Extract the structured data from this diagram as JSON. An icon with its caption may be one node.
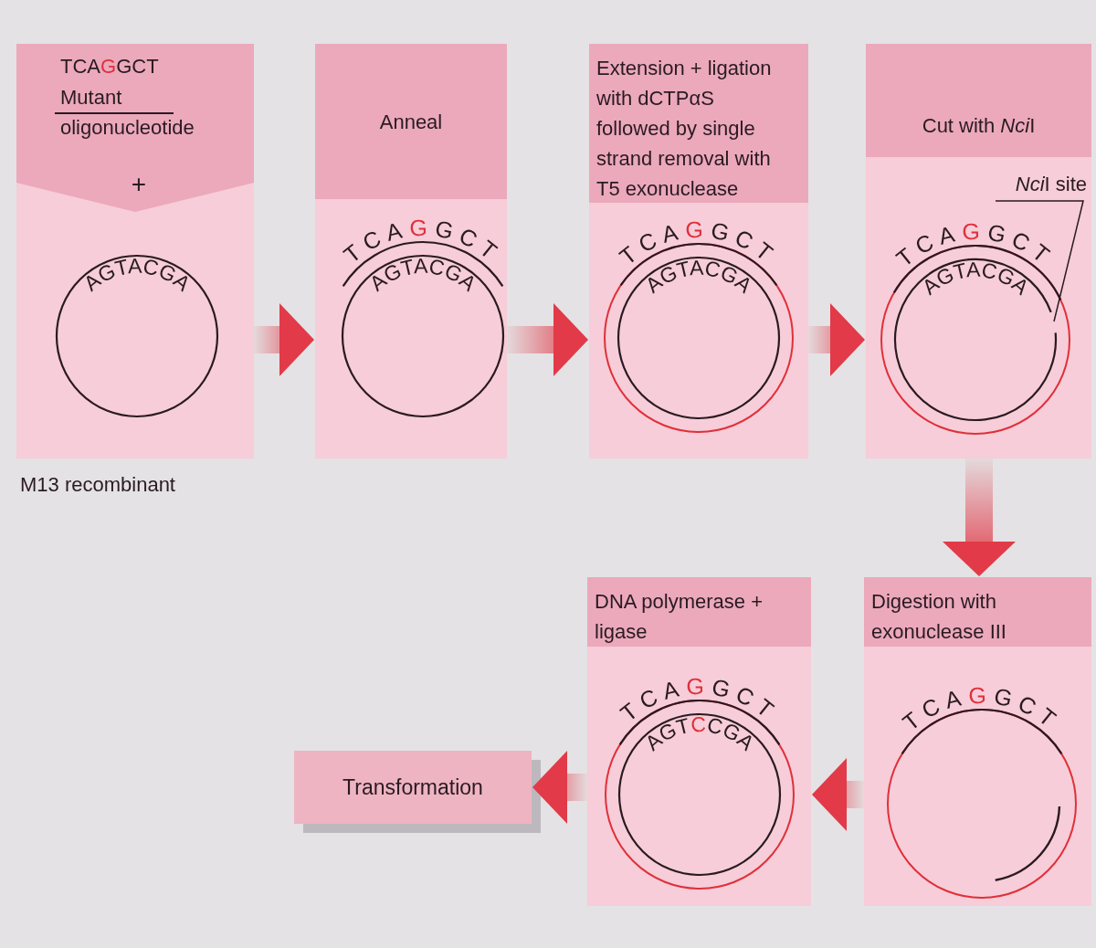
{
  "diagram": {
    "nodes": [
      {
        "text": [
          "TCAGGCT",
          "Mutant oligonucleotide",
          "+",
          "AGTACGA"
        ],
        "beside": [
          "M13 recombinant"
        ]
      },
      {
        "text": [
          "Anneal",
          "TCAGGCT",
          "AGTACGA"
        ]
      },
      {
        "text": [
          "Extension + ligation with dCTPαS followed by single strand removal  with T5 exonuclease",
          "TCAGGCT",
          "AGTACGA"
        ]
      },
      {
        "text": [
          "Cut with NciI",
          "TCAGGCT",
          "AGTACGA"
        ]
      },
      {
        "text": [
          "NciI site"
        ],
        "in": 3
      },
      {
        "text": [
          "Digestion with exonuclease III",
          "TCAGGCT"
        ]
      },
      {
        "text": [
          "DNA polymerase + ligase",
          "TCAGGCT",
          "AGTCCGA"
        ]
      },
      {
        "text": [
          "Transformation"
        ]
      }
    ],
    "edges": [
      {
        "from": 0,
        "to": 1,
        "arrow": "to",
        "style": "thick"
      },
      {
        "from": 1,
        "to": 2,
        "arrow": "to",
        "style": "thick"
      },
      {
        "from": 2,
        "to": 3,
        "arrow": "to",
        "style": "thick"
      },
      {
        "from": 3,
        "to": 5,
        "arrow": "to",
        "style": "thick"
      },
      {
        "from": 5,
        "to": 6,
        "arrow": "to",
        "style": "thick"
      },
      {
        "from": 6,
        "to": 7,
        "arrow": "to",
        "style": "thick"
      },
      {
        "from": 4,
        "to": null,
        "arrow": "none"
      }
    ]
  }
}
